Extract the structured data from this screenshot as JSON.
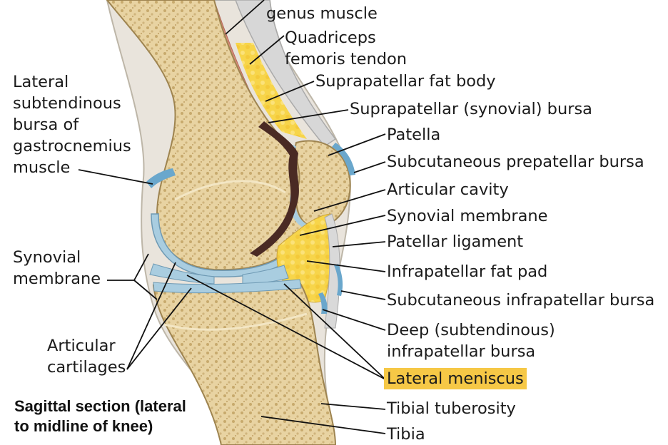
{
  "labels": {
    "genus_muscle": "genus muscle",
    "quadriceps_tendon": "Quadriceps\nfemoris tendon",
    "suprapatellar_fat_body": "Suprapatellar fat body",
    "suprapatellar_bursa": "Suprapatellar (synovial) bursa",
    "patella": "Patella",
    "subcutaneous_prepatellar_bursa": "Subcutaneous prepatellar bursa",
    "articular_cavity": "Articular cavity",
    "synovial_membrane_right": "Synovial membrane",
    "patellar_ligament": "Patellar ligament",
    "infrapatellar_fat_pad": "Infrapatellar fat pad",
    "subcutaneous_infrapatellar_bursa": "Subcutaneous infrapatellar bursa",
    "deep_infrapatellar_bursa": "Deep (subtendinous)\ninfrapatellar bursa",
    "lateral_meniscus": "Lateral meniscus",
    "tibial_tuberosity": "Tibial tuberosity",
    "tibia": "Tibia",
    "lateral_subtendinous_bursa": "Lateral\nsubtendinous\nbursa of\ngastrocnemius\nmuscle",
    "synovial_membrane_left": "Synovial\nmembrane",
    "articular_cartilages": "Articular\ncartilages"
  },
  "caption": "Sagittal section (lateral\nto midline of knee)",
  "colors": {
    "bone": "#e6cf9c",
    "bone_dark": "#c9ac6e",
    "cartilage": "#a9cde0",
    "fat": "#f7d54a",
    "synovium": "#b3363a",
    "cavity": "#4a2a24",
    "tendon": "#cfcfcf",
    "bursa": "#6aa7cc",
    "muscle": "#d98b7a",
    "highlight": "#f6c846"
  }
}
